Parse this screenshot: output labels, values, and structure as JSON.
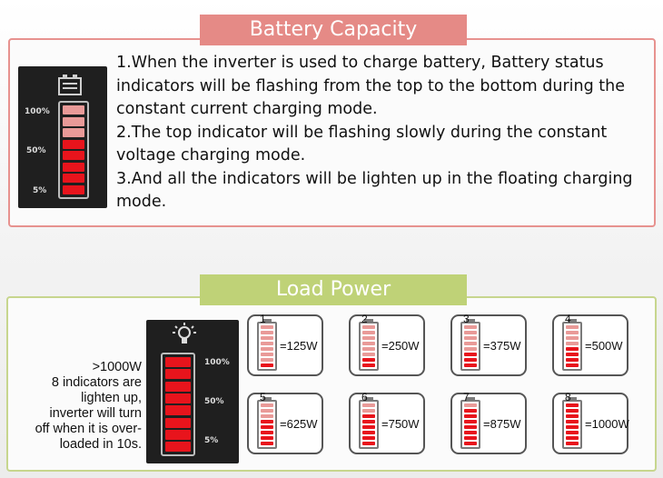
{
  "battery_section": {
    "title": "Battery Capacity",
    "icon": "battery-charge-icon",
    "levels": {
      "top": "100%",
      "mid": "50%",
      "bottom": "5%"
    },
    "lines": [
      "1.When the inverter is used to charge battery, Battery status",
      "indicators will be flashing from the top to the bottom during the",
      "constant current charging mode.",
      "2.The top indicator will be flashing slowly during the constant",
      "voltage charging mode.",
      "3.And all the indicators will be lighten up in the floating charging",
      "mode."
    ],
    "lit_cells": 5,
    "total_cells": 8
  },
  "load_section": {
    "title": "Load Power",
    "icon": "lightbulb-icon",
    "levels": {
      "top": "100%",
      "mid": "50%",
      "bottom": "5%"
    },
    "note_lines": [
      ">1000W",
      "8 indicators are",
      "lighten up,",
      "inverter will turn",
      "off when it is over-",
      "loaded in 10s."
    ],
    "cards": [
      {
        "num": "1",
        "value": "=125W",
        "lit": 1
      },
      {
        "num": "2",
        "value": "=250W",
        "lit": 2
      },
      {
        "num": "3",
        "value": "=375W",
        "lit": 3
      },
      {
        "num": "4",
        "value": "=500W",
        "lit": 4
      },
      {
        "num": "5",
        "value": "=625W",
        "lit": 5
      },
      {
        "num": "6",
        "value": "=750W",
        "lit": 6
      },
      {
        "num": "7",
        "value": "=875W",
        "lit": 7
      },
      {
        "num": "8",
        "value": "=1000W",
        "lit": 8
      }
    ]
  },
  "colors": {
    "lit": "#e8141c",
    "dim": "#e99a98",
    "battery_border": "#e7928f",
    "load_border": "#c7d68e"
  }
}
